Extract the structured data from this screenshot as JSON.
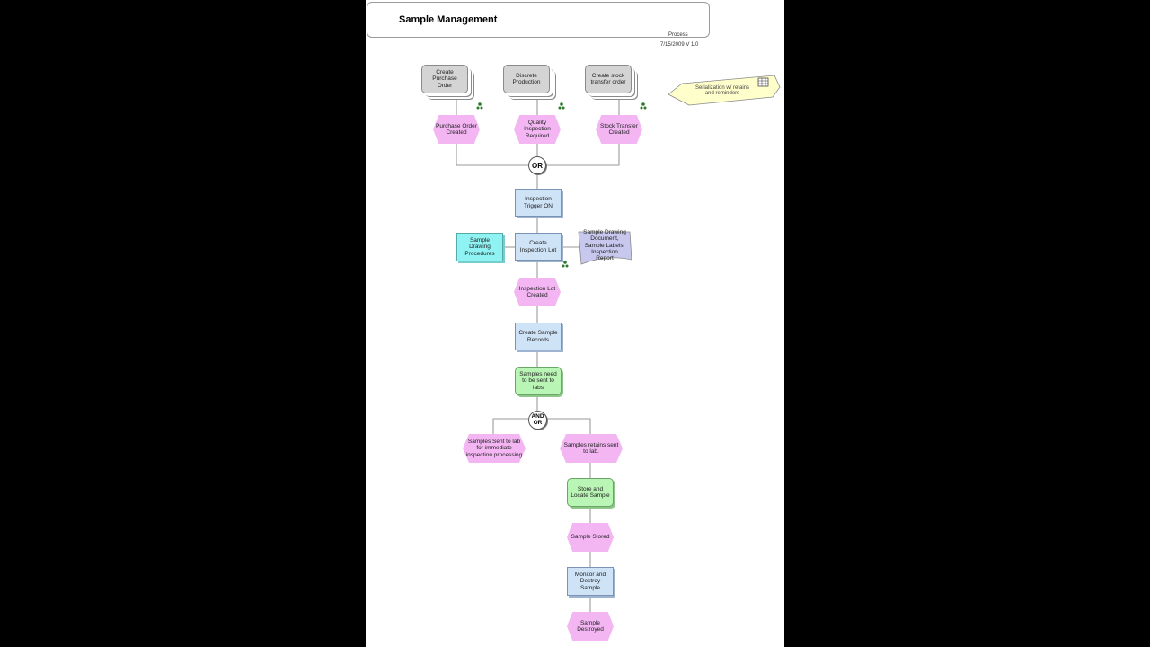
{
  "header": {
    "title": "Sample Management",
    "date_version": "7/15/2009 V 1.0",
    "process_label": "Process"
  },
  "top_functions": [
    {
      "label": "Create Purchase Order"
    },
    {
      "label": "Discrete Production"
    },
    {
      "label": "Create stock transfer order"
    }
  ],
  "top_events": [
    {
      "label": "Purchase Order Created"
    },
    {
      "label": "Quality Inspection Required"
    },
    {
      "label": "Stock Transfer Created"
    }
  ],
  "note": {
    "label": "Serialization w/ retains and reminders"
  },
  "connector_or": "OR",
  "connector_and_or": {
    "line1": "AND",
    "line2": "OR"
  },
  "flow": {
    "inspection_trigger": "Inspection Trigger ON",
    "create_inspection_lot": "Create Inspection Lot",
    "sample_drawing_procedures": "Sample Drawing Procedures",
    "sample_drawing_document": "Sample Drawing Document, Sample Labels, Inspection Report",
    "inspection_lot_created": "Inspection Lot Created",
    "create_sample_records": "Create Sample Records",
    "samples_need_sent": "Samples need to be sent to labs",
    "samples_sent_lab": "Samples Sent to lab for immediate inspection processing",
    "samples_retains_sent": "Samples retains sent to lab.",
    "store_locate_sample": "Store and Locate Sample",
    "sample_stored": "Sample Stored",
    "monitor_destroy_sample": "Monitor and Destroy Sample",
    "sample_destroyed": "Sample Destroyed"
  },
  "colors": {
    "event": "#f3b6f3",
    "function_blue": "#cfe3f7",
    "function_green": "#b9f5b4",
    "function_grey": "#d4d4d4",
    "info_cyan": "#8ff3f3",
    "document_lavender": "#c8c8ee",
    "note_yellow": "#ffffcc"
  }
}
